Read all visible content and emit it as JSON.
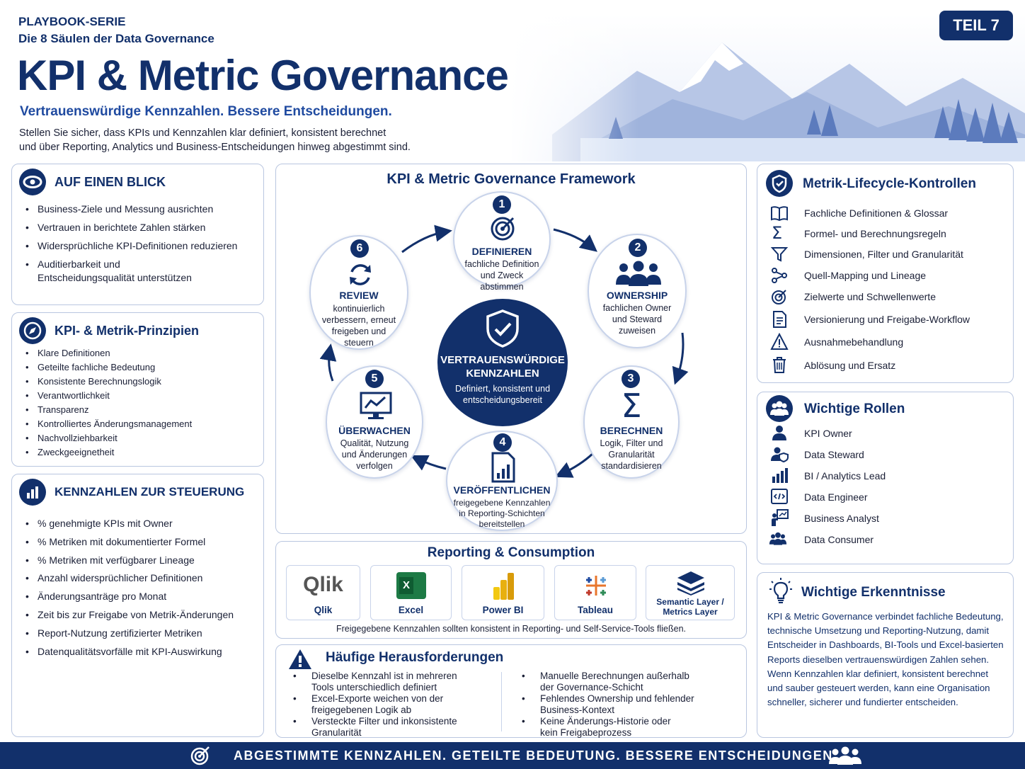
{
  "header": {
    "series": "PLAYBOOK-SERIE",
    "subseries": "Die 8 Säulen der Data Governance",
    "title": "KPI & Metric Governance",
    "tagline": "Vertrauenswürdige Kennzahlen. Bessere Entscheidungen.",
    "intro_line1": "Stellen Sie sicher, dass KPIs und Kennzahlen klar definiert, konsistent berechnet",
    "intro_line2": "und über Reporting, Analytics und Business-Entscheidungen hinweg abgestimmt sind.",
    "badge": "TEIL 7"
  },
  "glance": {
    "title": "AUF EINEN BLICK",
    "icon": "eye-icon",
    "items": [
      "Business-Ziele und Messung ausrichten",
      "Vertrauen in berichtete Zahlen stärken",
      "Widersprüchliche KPI-Definitionen reduzieren",
      "Auditierbarkeit und",
      "Entscheidungsqualität unterstützen"
    ]
  },
  "principles": {
    "title": "KPI- & Metrik-Prinzipien",
    "icon": "compass-icon",
    "items": [
      "Klare Definitionen",
      "Geteilte fachliche Bedeutung",
      "Konsistente Berechnungslogik",
      "Verantwortlichkeit",
      "Transparenz",
      "Kontrolliertes Änderungsmanagement",
      "Nachvollziehbarkeit",
      "Zweckgeeignetheit"
    ]
  },
  "steering": {
    "title": "KENNZAHLEN ZUR STEUERUNG",
    "icon": "bar-chart-icon",
    "items": [
      "% genehmigte KPIs mit Owner",
      "% Metriken mit dokumentierter Formel",
      "% Metriken mit verfügbarer Lineage",
      "Anzahl widersprüchlicher Definitionen",
      "Änderungsanträge pro Monat",
      "Zeit bis zur Freigabe von Metrik-Änderungen",
      "Report-Nutzung zertifizierter Metriken",
      "Datenqualitätsvorfälle mit KPI-Auswirkung"
    ]
  },
  "framework": {
    "title": "KPI & Metric Governance Framework",
    "center_title1": "VERTRAUENSWÜRDIGE",
    "center_title2": "KENNZAHLEN",
    "center_text1": "Definiert, konsistent und",
    "center_text2": "entscheidungsbereit",
    "steps": [
      {
        "num": "1",
        "title": "DEFINIEREN",
        "lines": [
          "fachliche Definition",
          "und Zweck",
          "abstimmen"
        ]
      },
      {
        "num": "2",
        "title": "OWNERSHIP",
        "lines": [
          "fachlichen Owner",
          "und Steward",
          "zuweisen"
        ]
      },
      {
        "num": "3",
        "title": "BERECHNEN",
        "lines": [
          "Logik, Filter und",
          "Granularität",
          "standardisieren"
        ]
      },
      {
        "num": "4",
        "title": "VERÖFFENTLICHEN",
        "lines": [
          "freigegebene Kennzahlen",
          "in Reporting-Schichten",
          "bereitstellen"
        ]
      },
      {
        "num": "5",
        "title": "ÜBERWACHEN",
        "lines": [
          "Qualität, Nutzung",
          "und Änderungen",
          "verfolgen"
        ]
      },
      {
        "num": "6",
        "title": "REVIEW",
        "lines": [
          "kontinuierlich",
          "verbessern, erneut",
          "freigeben und",
          "steuern"
        ]
      }
    ]
  },
  "reporting": {
    "title": "Reporting & Consumption",
    "tools": [
      "Qlik",
      "Excel",
      "Power BI",
      "Tableau",
      "Semantic Layer /",
      "Metrics Layer"
    ],
    "qlik_logo": "Qlik",
    "excel_logo": "X",
    "note": "Freigegebene Kennzahlen sollten konsistent in Reporting- und Self-Service-Tools fließen."
  },
  "challenges": {
    "title": "Häufige Herausforderungen",
    "icon": "warning-icon",
    "left": [
      [
        "Dieselbe Kennzahl ist in mehreren",
        "Tools unterschiedlich definiert"
      ],
      [
        "Excel-Exporte weichen von der",
        "freigegebenen Logik ab"
      ],
      [
        "Versteckte Filter und inkonsistente",
        "Granularität"
      ]
    ],
    "right": [
      [
        "Manuelle Berechnungen außerhalb",
        "der Governance-Schicht"
      ],
      [
        "Fehlendes Ownership und fehlender",
        "Business-Kontext"
      ],
      [
        "Keine Änderungs-Historie oder",
        "kein Freigabeprozess"
      ]
    ]
  },
  "lifecycle": {
    "title": "Metrik-Lifecycle-Kontrollen",
    "icon": "shield-icon",
    "items": [
      {
        "icon": "book-icon",
        "label": "Fachliche Definitionen & Glossar"
      },
      {
        "icon": "sigma-icon",
        "label": "Formel- und Berechnungsregeln"
      },
      {
        "icon": "filter-icon",
        "label": "Dimensionen, Filter und Granularität"
      },
      {
        "icon": "lineage-icon",
        "label": "Quell-Mapping und Lineage"
      },
      {
        "icon": "target-icon",
        "label": "Zielwerte und Schwellenwerte"
      },
      {
        "icon": "document-icon",
        "label": "Versionierung und Freigabe-Workflow"
      },
      {
        "icon": "warning-icon",
        "label": "Ausnahmebehandlung"
      },
      {
        "icon": "trash-icon",
        "label": "Ablösung und Ersatz"
      }
    ]
  },
  "roles": {
    "title": "Wichtige Rollen",
    "icon": "group-icon",
    "items": [
      {
        "icon": "person-icon",
        "label": "KPI Owner"
      },
      {
        "icon": "steward-icon",
        "label": "Data Steward"
      },
      {
        "icon": "analytics-icon",
        "label": "BI / Analytics Lead"
      },
      {
        "icon": "code-icon",
        "label": "Data Engineer"
      },
      {
        "icon": "presenter-icon",
        "label": "Business Analyst"
      },
      {
        "icon": "group-icon",
        "label": "Data Consumer"
      }
    ]
  },
  "insights": {
    "title": "Wichtige Erkenntnisse",
    "icon": "lightbulb-icon",
    "lines": [
      "KPI & Metric Governance verbindet fachliche Bedeutung,",
      "technische Umsetzung und Reporting-Nutzung, damit",
      "Entscheider in Dashboards, BI-Tools und Excel-basierten",
      "Reports dieselben vertrauenswürdigen Zahlen sehen.",
      "Wenn Kennzahlen klar definiert, konsistent berechnet",
      "und sauber gesteuert werden, kann eine Organisation",
      "schneller, sicherer und fundierter entscheiden."
    ]
  },
  "footer": {
    "text": "ABGESTIMMTE KENNZAHLEN. GETEILTE BEDEUTUNG. BESSERE ENTSCHEIDUNGEN."
  },
  "colors": {
    "navy": "#12306b",
    "accent_blue": "#1f4aa0",
    "border": "#b9c6e0"
  }
}
